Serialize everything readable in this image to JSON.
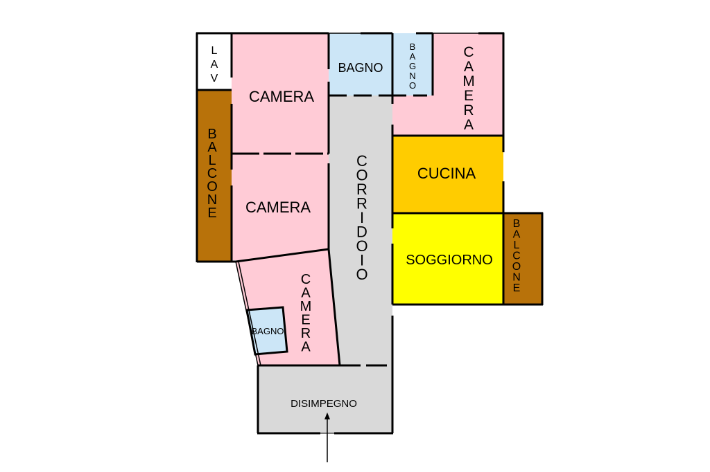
{
  "colors": {
    "camera": "#ffcbd6",
    "bagno": "#cce6f7",
    "lav": "#ffffff",
    "balcone": "#b8720a",
    "cucina": "#ffcc00",
    "soggiorno": "#ffff00",
    "corridoio": "#d9d9d9",
    "disimpegno": "#d9d9d9",
    "wall": "#000000"
  },
  "rooms": {
    "lav": "LAV",
    "balcone_left": "BALCONE",
    "camera_top_left": "CAMERA",
    "camera_mid_left": "CAMERA",
    "camera_bottom_left": "CAMERA",
    "bagno_small_bottom": "BAGNO",
    "bagno_top": "BAGNO",
    "bagno_top_narrow": "BAGNO",
    "camera_top_right": "CAMERA",
    "corridoio": "CORRIDOIO",
    "cucina": "CUCINA",
    "soggiorno": "SOGGIORNO",
    "balcone_right": "BALCONE",
    "disimpegno": "DISIMPEGNO"
  }
}
